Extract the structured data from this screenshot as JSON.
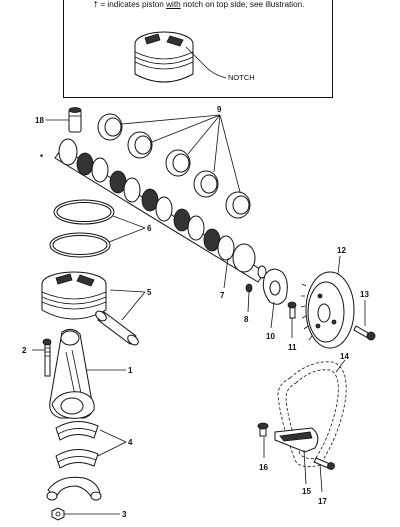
{
  "note": {
    "before": "† = indicates piston ",
    "underlined": "with",
    "after": " notch on top side, see illustration.",
    "notch_label": "NOTCH"
  },
  "callouts": {
    "c1": "1",
    "c2": "2",
    "c3": "3",
    "c4": "4",
    "c5": "5",
    "c6": "6",
    "c7": "7",
    "c8": "8",
    "c9": "9",
    "c10": "10",
    "c11": "11",
    "c12": "12",
    "c13": "13",
    "c14": "14",
    "c15": "15",
    "c16": "16",
    "c17": "17",
    "c18": "18"
  },
  "asterisk": "*"
}
